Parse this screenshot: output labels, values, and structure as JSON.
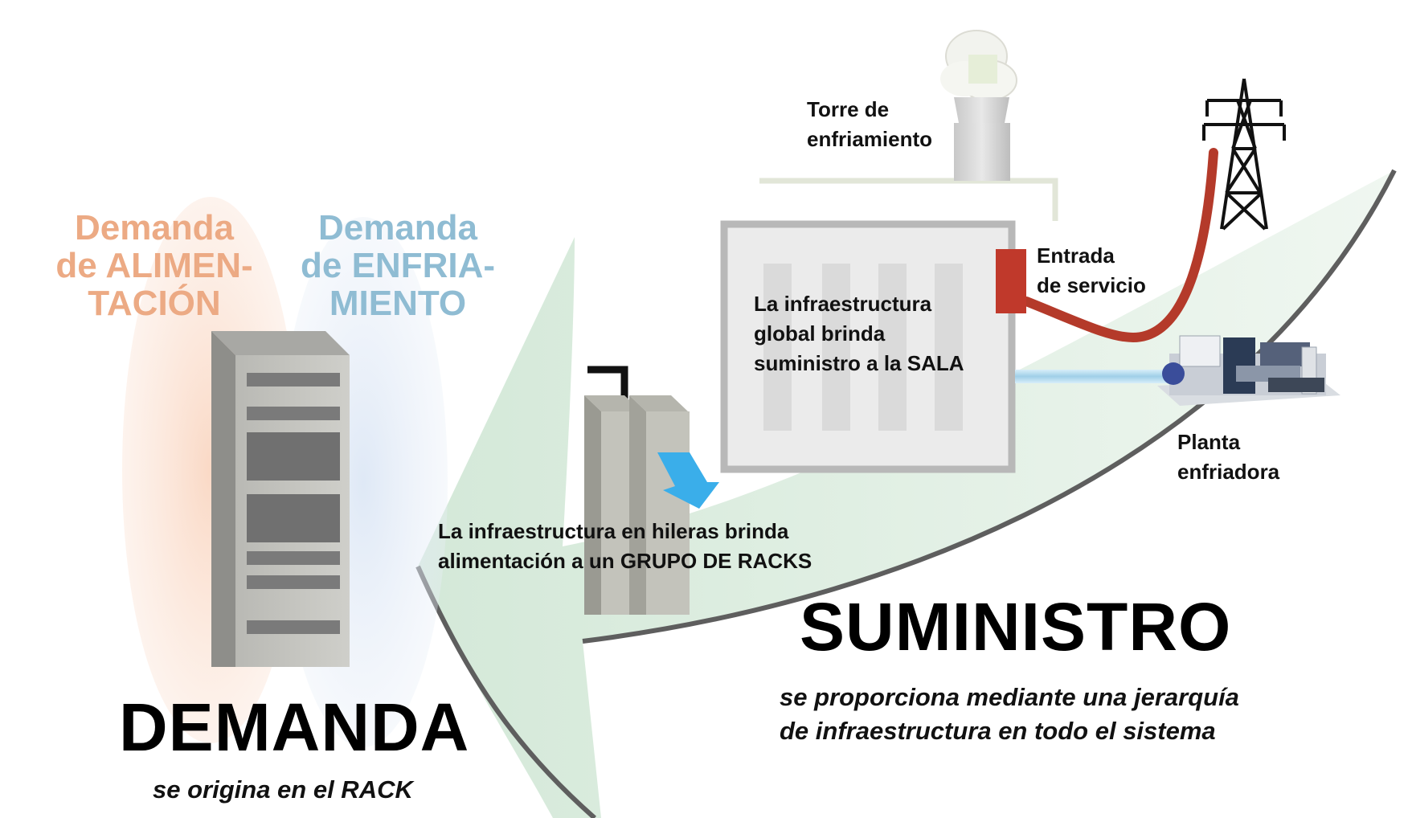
{
  "demand": {
    "power": {
      "line1": "Demanda",
      "line2": "de ALIMEN-",
      "line3": "TACIÓN"
    },
    "cooling": {
      "line1": "Demanda",
      "line2": "de ENFRIA-",
      "line3": "MIENTO"
    },
    "title": "DEMANDA",
    "subtitle": "se origina en el RACK"
  },
  "supply": {
    "title": "SUMINISTRO",
    "subtitle_line1": "se proporciona mediante una jerarquía",
    "subtitle_line2": "de infraestructura en todo el sistema"
  },
  "labels": {
    "cooling_tower": {
      "line1": "Torre de",
      "line2": "enfriamiento"
    },
    "service_entrance": {
      "line1": "Entrada",
      "line2": "de servicio"
    },
    "room": {
      "line1": "La infraestructura",
      "line2": "global brinda",
      "line3": "suministro a la SALA"
    },
    "chiller": {
      "line1": "Planta",
      "line2": "enfriadora"
    },
    "row": {
      "line1": "La infraestructura en hileras brinda",
      "line2": "alimentación a un GRUPO DE RACKS"
    }
  },
  "colors": {
    "power_orange": "#ecaa84",
    "cooling_blue": "#8fbcd3",
    "arrow_green": "#d9ebdd",
    "service_red": "#b43a2a",
    "pipe_blue": "#a9d3ea",
    "flow_arrow_blue": "#3aaeea"
  },
  "icons": [
    "server-rack-icon",
    "cooling-tower-icon",
    "power-tower-icon",
    "chiller-plant-icon",
    "row-racks-icon"
  ]
}
